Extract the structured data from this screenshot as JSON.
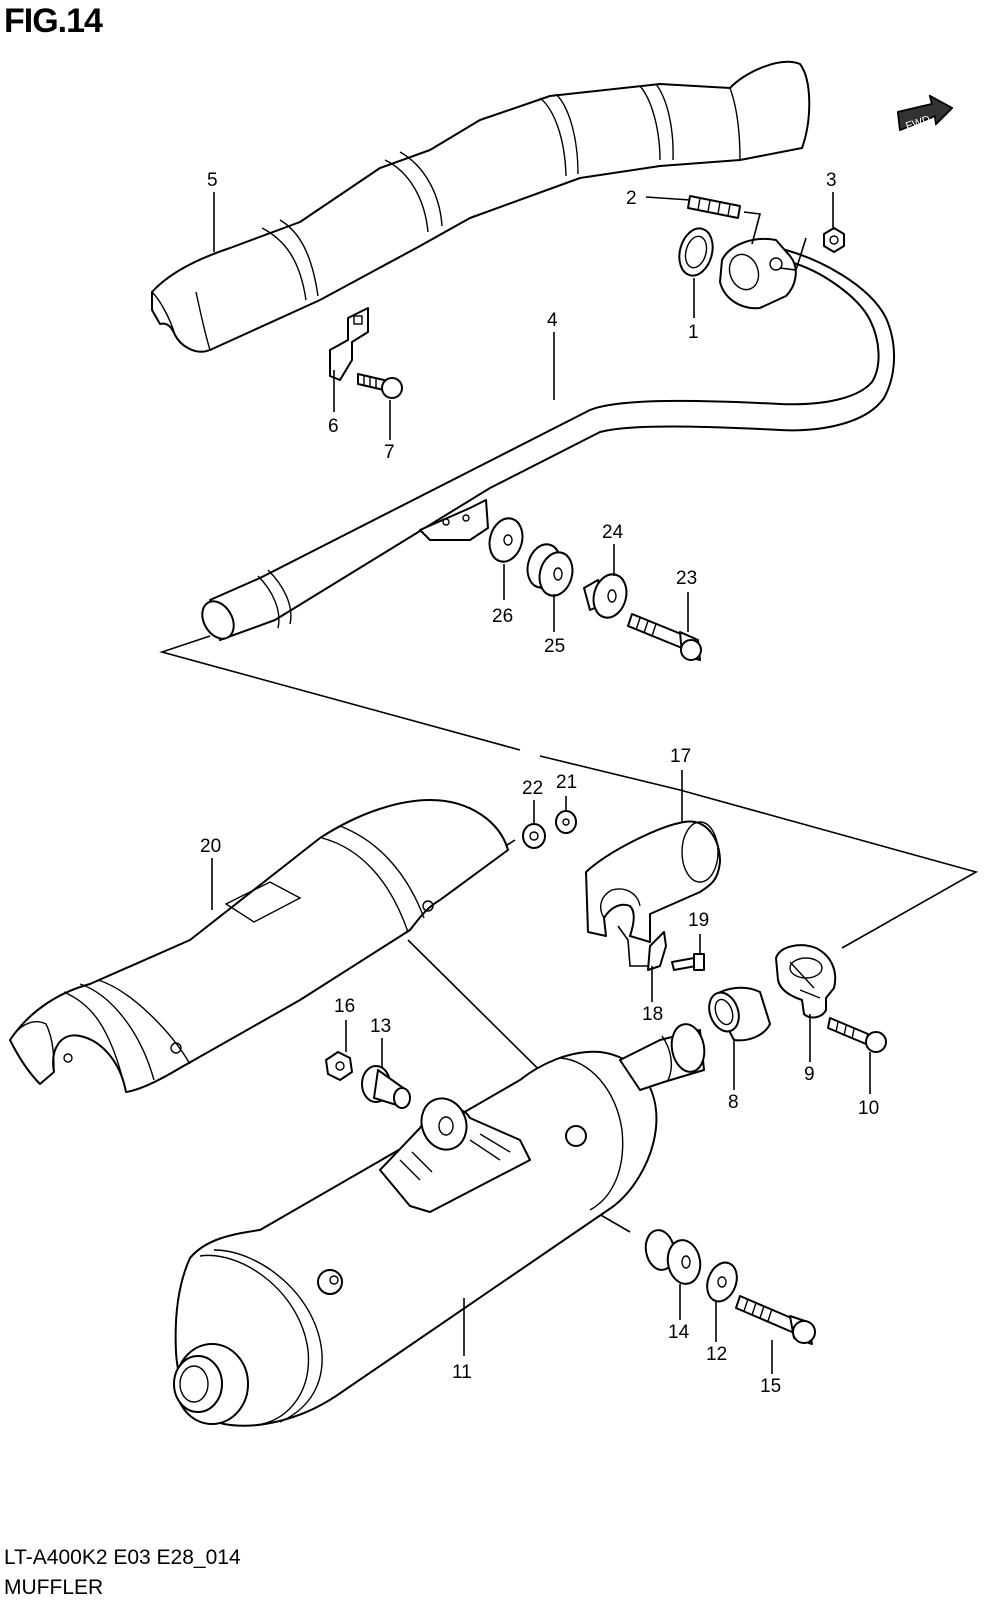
{
  "figure": {
    "title": "FIG.14"
  },
  "footer": {
    "code": "LT-A400K2 E03 E28_014",
    "title": "MUFFLER"
  },
  "direction_badge": {
    "label": "FWD"
  },
  "callouts": {
    "p1": "1",
    "p2": "2",
    "p3": "3",
    "p4": "4",
    "p5": "5",
    "p6": "6",
    "p7": "7",
    "p8": "8",
    "p9": "9",
    "p10": "10",
    "p11": "11",
    "p12": "12",
    "p13": "13",
    "p14": "14",
    "p15": "15",
    "p16": "16",
    "p17": "17",
    "p18": "18",
    "p19": "19",
    "p20": "20",
    "p21": "21",
    "p22": "22",
    "p23": "23",
    "p24": "24",
    "p25": "25",
    "p26": "26"
  }
}
